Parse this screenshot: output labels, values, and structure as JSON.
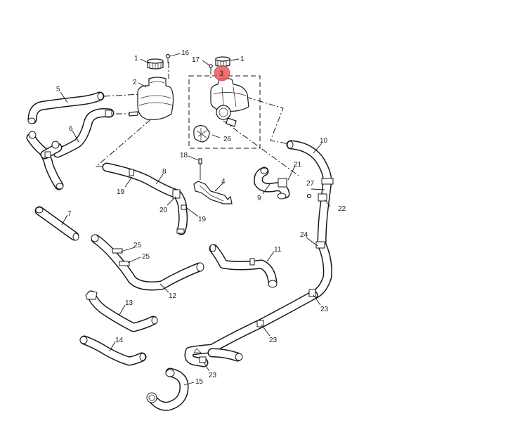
{
  "diagram": {
    "title": "Cooling system hoses and expansion tank exploded view",
    "highlight_color": "#e85a5f",
    "highlighted_callout": "3",
    "callouts": [
      {
        "id": "c1a",
        "text": "1"
      },
      {
        "id": "c1b",
        "text": "1"
      },
      {
        "id": "c2",
        "text": "2"
      },
      {
        "id": "c3",
        "text": "3"
      },
      {
        "id": "c4",
        "text": "4"
      },
      {
        "id": "c5",
        "text": "5"
      },
      {
        "id": "c6",
        "text": "6"
      },
      {
        "id": "c7",
        "text": "7"
      },
      {
        "id": "c8",
        "text": "8"
      },
      {
        "id": "c9",
        "text": "9"
      },
      {
        "id": "c10",
        "text": "10"
      },
      {
        "id": "c11",
        "text": "11"
      },
      {
        "id": "c12",
        "text": "12"
      },
      {
        "id": "c13",
        "text": "13"
      },
      {
        "id": "c14",
        "text": "14"
      },
      {
        "id": "c15",
        "text": "15"
      },
      {
        "id": "c16",
        "text": "16"
      },
      {
        "id": "c17",
        "text": "17"
      },
      {
        "id": "c18",
        "text": "18"
      },
      {
        "id": "c19a",
        "text": "19"
      },
      {
        "id": "c19b",
        "text": "19"
      },
      {
        "id": "c20",
        "text": "20"
      },
      {
        "id": "c21",
        "text": "21"
      },
      {
        "id": "c22",
        "text": "22"
      },
      {
        "id": "c23a",
        "text": "23"
      },
      {
        "id": "c23b",
        "text": "23"
      },
      {
        "id": "c23c",
        "text": "23"
      },
      {
        "id": "c24",
        "text": "24"
      },
      {
        "id": "c25a",
        "text": "25"
      },
      {
        "id": "c25b",
        "text": "25"
      },
      {
        "id": "c26",
        "text": "26"
      },
      {
        "id": "c27",
        "text": "27"
      }
    ]
  }
}
